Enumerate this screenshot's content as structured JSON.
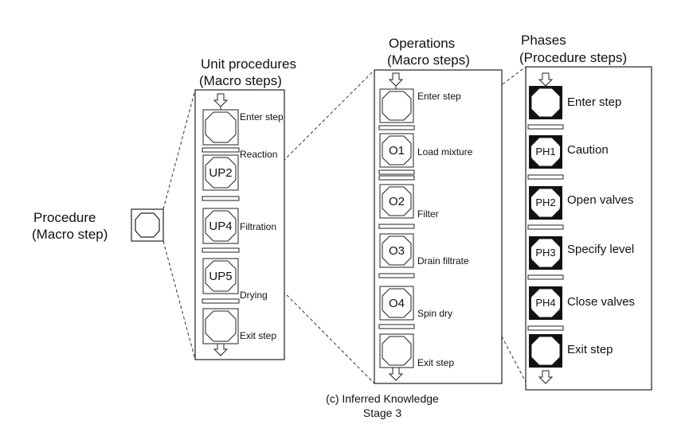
{
  "procedure": {
    "title": "Procedure",
    "subtitle": "(Macro step)"
  },
  "unit_procedures": {
    "title": "Unit procedures",
    "subtitle": "(Macro steps)",
    "enter": "Enter step",
    "steps": [
      {
        "id": "UP2",
        "label": "Reaction"
      },
      {
        "id": "UP4",
        "label": "Filtration"
      },
      {
        "id": "UP5",
        "label": "Drying"
      }
    ],
    "exit": "Exit step"
  },
  "operations": {
    "title": "Operations",
    "subtitle": "(Macro steps)",
    "enter": "Enter step",
    "steps": [
      {
        "id": "O1",
        "label": "Load mixture"
      },
      {
        "id": "O2",
        "label": "Filter"
      },
      {
        "id": "O3",
        "label": "Drain filtrate"
      },
      {
        "id": "O4",
        "label": "Spin dry"
      }
    ],
    "exit": "Exit step"
  },
  "phases": {
    "title": "Phases",
    "subtitle": "(Procedure steps)",
    "enter": "Enter step",
    "steps": [
      {
        "id": "PH1",
        "label": "Caution"
      },
      {
        "id": "PH2",
        "label": "Open valves"
      },
      {
        "id": "PH3",
        "label": "Specify level"
      },
      {
        "id": "PH4",
        "label": "Close valves"
      }
    ],
    "exit": "Exit step"
  },
  "caption": {
    "line1": "(c) Inferred Knowledge",
    "line2": "Stage 3"
  }
}
